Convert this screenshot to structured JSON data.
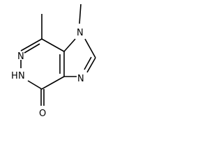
{
  "diagram": {
    "type": "chemical-structure",
    "atoms": {
      "n1": "N",
      "n_imidazole": "N",
      "n6": "N",
      "nh": "N",
      "h": "H",
      "o": "O"
    },
    "colors": {
      "ink": "#000000",
      "background": "#ffffff"
    }
  }
}
